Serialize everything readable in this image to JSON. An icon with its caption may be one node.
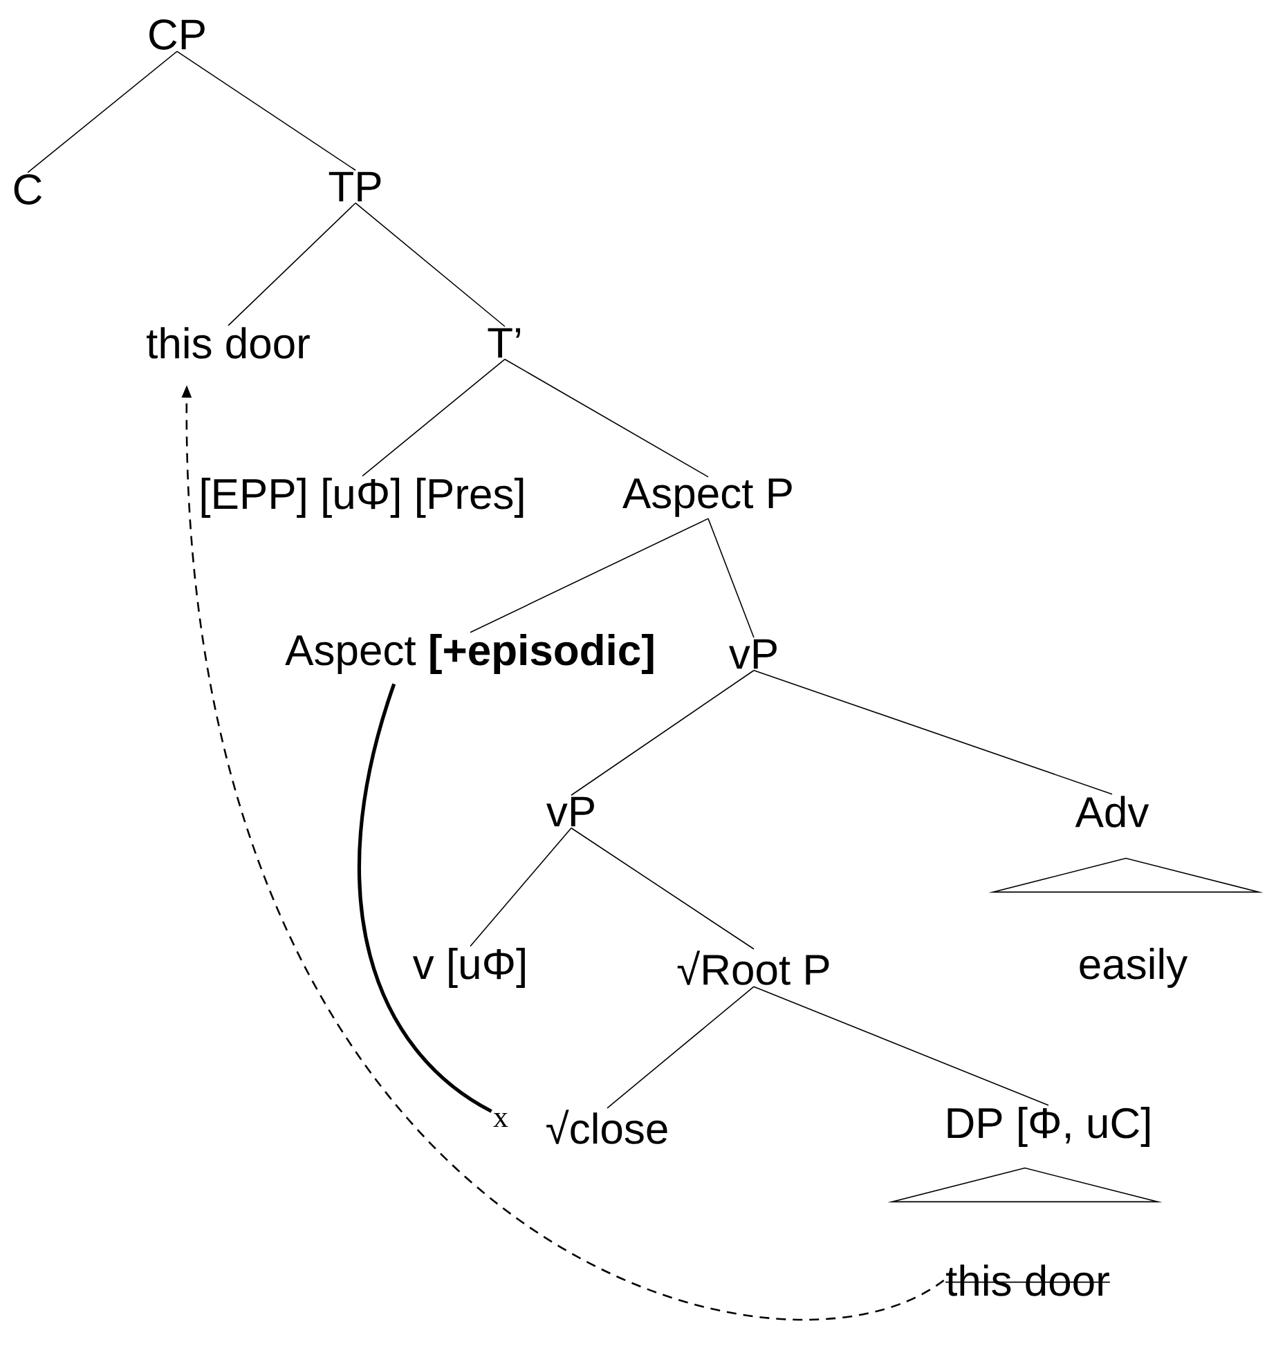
{
  "diagram": {
    "nodes": [
      {
        "text": [
          "CP"
        ]
      },
      {
        "text": [
          "C"
        ]
      },
      {
        "text": [
          "TP"
        ]
      },
      {
        "text": [
          "this door"
        ]
      },
      {
        "text": [
          "T’"
        ]
      },
      {
        "text": [
          "[EPP] [uΦ] [Pres]"
        ]
      },
      {
        "text": [
          "Aspect P"
        ]
      },
      {
        "text": [
          "Aspect **[+episodic]**"
        ]
      },
      {
        "text": [
          "vP"
        ]
      },
      {
        "text": [
          "vP"
        ]
      },
      {
        "text": [
          "Adv"
        ]
      },
      {
        "text": [
          "v [uΦ]"
        ]
      },
      {
        "text": [
          "√Root P"
        ]
      },
      {
        "text": [
          "easily"
        ]
      },
      {
        "text": [
          "x"
        ]
      },
      {
        "text": [
          "√close"
        ]
      },
      {
        "text": [
          "DP [Φ, uC]"
        ]
      },
      {
        "text": [
          "this door"
        ]
      },
      {
        "text": [],
        "shape": "triangle"
      },
      {
        "text": [],
        "shape": "triangle"
      }
    ],
    "edges": [
      {
        "from": 0,
        "to": 1,
        "arrow": "none"
      },
      {
        "from": 0,
        "to": 2,
        "arrow": "none"
      },
      {
        "from": 2,
        "to": 3,
        "arrow": "none"
      },
      {
        "from": 2,
        "to": 4,
        "arrow": "none"
      },
      {
        "from": 4,
        "to": 5,
        "arrow": "none"
      },
      {
        "from": 4,
        "to": 6,
        "arrow": "none"
      },
      {
        "from": 6,
        "to": 7,
        "arrow": "none"
      },
      {
        "from": 6,
        "to": 8,
        "arrow": "none"
      },
      {
        "from": 8,
        "to": 9,
        "arrow": "none"
      },
      {
        "from": 8,
        "to": 10,
        "arrow": "none"
      },
      {
        "from": 9,
        "to": 11,
        "arrow": "none"
      },
      {
        "from": 9,
        "to": 12,
        "arrow": "none"
      },
      {
        "from": 12,
        "to": 15,
        "arrow": "none"
      },
      {
        "from": 12,
        "to": 16,
        "arrow": "none"
      },
      {
        "from": 7,
        "to": 14,
        "arrow": "none",
        "style": "thick"
      },
      {
        "from": 17,
        "to": 3,
        "arrow": "to",
        "style": "dashed"
      }
    ]
  }
}
